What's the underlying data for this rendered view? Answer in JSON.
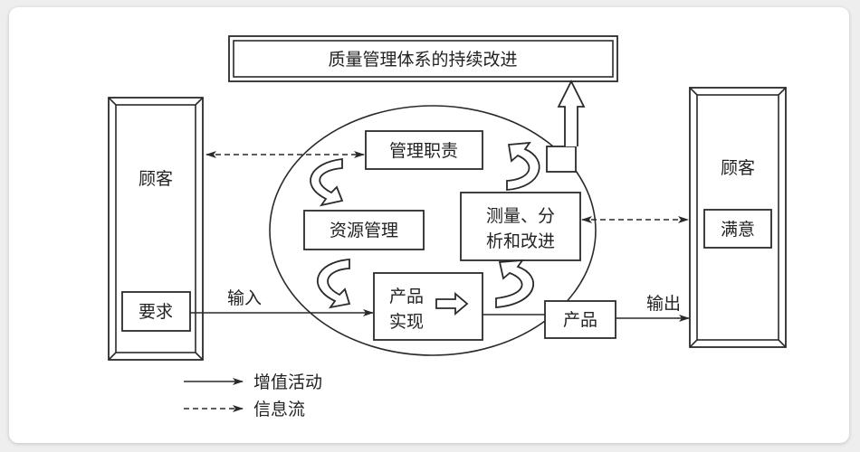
{
  "title": "质量管理体系的持续改进",
  "left_customer": {
    "label": "顾客",
    "requirement": "要求"
  },
  "right_customer": {
    "label": "顾客",
    "satisfaction": "满意"
  },
  "process_boxes": {
    "management": "管理职责",
    "resources": "资源管理",
    "measurement_line1": "测量、分",
    "measurement_line2": "析和改进",
    "realization_line1": "产品",
    "realization_line2": "实现"
  },
  "product": "产品",
  "input_label": "输入",
  "output_label": "输出",
  "legend": {
    "value_added": "增值活动",
    "information_flow": "信息流"
  },
  "colors": {
    "line": "#2a2a2a",
    "background": "#ffffff"
  }
}
